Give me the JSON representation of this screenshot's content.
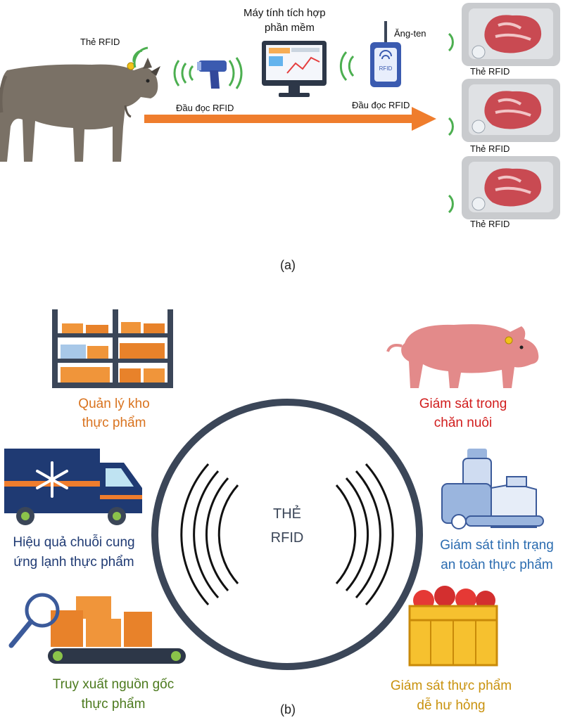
{
  "panel_a": {
    "tag_label": "Thẻ RFID",
    "reader1_label": "Đầu đọc RFID",
    "computer_label_line1": "Máy tính tích hợp",
    "computer_label_line2": "phần mềm",
    "antenna_label": "Ăng-ten",
    "reader2_label": "Đầu đọc RFID",
    "tray_label_1": "Thẻ RFID",
    "tray_label_2": "Thẻ RFID",
    "tray_label_3": "Thẻ RFID",
    "reader_device_text": "RFID",
    "caption": "(a)"
  },
  "panel_b": {
    "center_line1": "THẺ",
    "center_line2": "RFID",
    "warehouse_line1": "Quản lý kho",
    "warehouse_line2": "thực phẩm",
    "livestock_line1": "Giám sát trong",
    "livestock_line2": "chăn nuôi",
    "coldchain_line1": "Hiệu quả chuỗi cung",
    "coldchain_line2": "ứng lạnh thực phẩm",
    "safety_line1": "Giám sát tình trạng",
    "safety_line2": "an toàn thực phẩm",
    "traceability_line1": "Truy xuất nguồn gốc",
    "traceability_line2": "thực phẩm",
    "perishable_line1": "Giám sát thực phẩm",
    "perishable_line2": "dễ hư hỏng",
    "caption": "(b)"
  },
  "colors": {
    "warehouse": "#d9731f",
    "livestock": "#d11d1d",
    "coldchain": "#1f3a73",
    "safety": "#2b6cb0",
    "traceability": "#4c7a1e",
    "perishable": "#c9920e",
    "arrow": "#ef7d2d",
    "ring": "#3b4658"
  }
}
